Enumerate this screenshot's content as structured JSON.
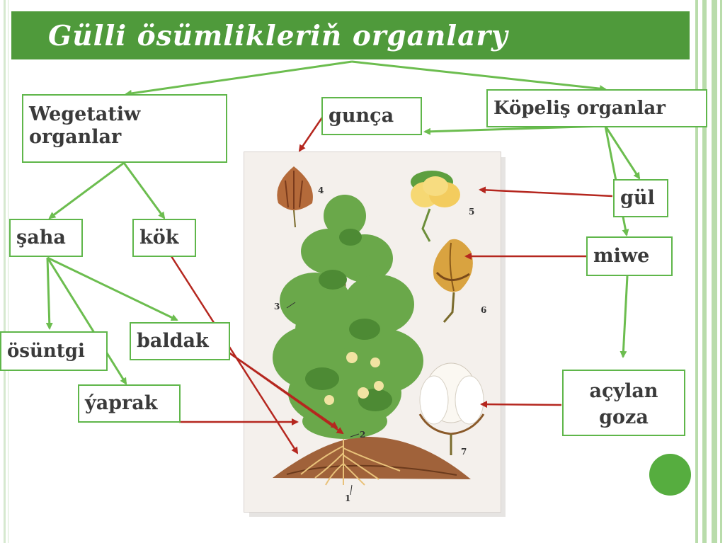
{
  "title": "Gülli ösümlikleriň organlary",
  "labels": {
    "vegetative": "Wegetatiw organlar",
    "reproductive": "Köpeliş organlar",
    "bud": "gunça",
    "shoot": "şaha",
    "root": "kök",
    "sprout": "ösüntgi",
    "stem": "baldak",
    "leaf": "ýaprak",
    "flower": "gül",
    "fruit": "miwe",
    "open_boll": "açylan goza"
  },
  "figure_numbers": [
    "1",
    "2",
    "3",
    "4",
    "5",
    "6",
    "7"
  ],
  "colors": {
    "title_bar": "#4f9a3b",
    "box_border": "#5fb64a",
    "green_arrow": "#6cbd4f",
    "red_arrow": "#b5271f"
  }
}
